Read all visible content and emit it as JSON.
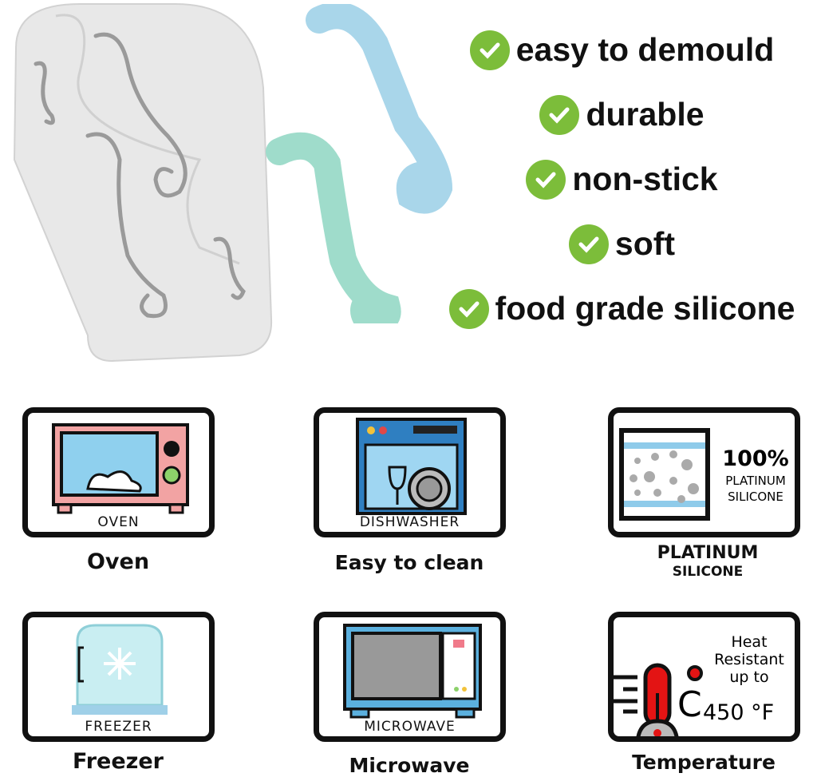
{
  "features": [
    {
      "icon": "check-circle-icon",
      "label": "easy to demould"
    },
    {
      "icon": "check-circle-icon",
      "label": "durable"
    },
    {
      "icon": "check-circle-icon",
      "label": "non-stick"
    },
    {
      "icon": "check-circle-icon",
      "label": "soft"
    },
    {
      "icon": "check-circle-icon",
      "label": "food grade silicone"
    }
  ],
  "colors": {
    "check": "#7cbd3a",
    "mold": "#e6e6e6",
    "seahorse_blue": "#a9d6ea",
    "seahorse_green": "#9fdccb"
  },
  "badges": [
    {
      "icon": "oven-icon",
      "inner_label": "OVEN",
      "caption": "Oven"
    },
    {
      "icon": "dishwasher-icon",
      "inner_label": "DISHWASHER",
      "caption": "Easy to clean"
    },
    {
      "icon": "silicone-icon",
      "inner_big": "100%",
      "inner_line1": "PLATINUM",
      "inner_line2": "SILICONE",
      "caption": "PLATINUM",
      "caption2": "SILICONE"
    },
    {
      "icon": "freezer-icon",
      "inner_label": "FREEZER",
      "caption": "Freezer"
    },
    {
      "icon": "microwave-icon",
      "inner_label": "MICROWAVE",
      "caption": "Microwave"
    },
    {
      "icon": "thermometer-icon",
      "inner_line1": "Heat",
      "inner_line2": "Resistant",
      "inner_line3": "up to",
      "inner_c": "C",
      "inner_value": "450 °F",
      "caption": "Temperature"
    }
  ]
}
